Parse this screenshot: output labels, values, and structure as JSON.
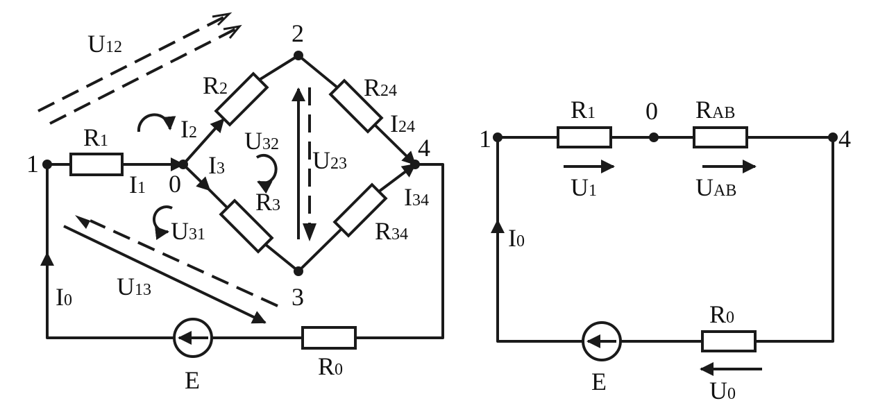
{
  "left_circuit": {
    "nodes": {
      "n1": "1",
      "n0": "0",
      "n2": "2",
      "n3": "3",
      "n4": "4"
    },
    "resistors": {
      "R1": {
        "main": "R",
        "sub": "1"
      },
      "R2": {
        "main": "R",
        "sub": "2"
      },
      "R3": {
        "main": "R",
        "sub": "3"
      },
      "R24": {
        "main": "R",
        "sub": "24"
      },
      "R34": {
        "main": "R",
        "sub": "34"
      },
      "R0": {
        "main": "R",
        "sub": "0"
      }
    },
    "currents": {
      "I1": {
        "main": "I",
        "sub": "1"
      },
      "I2": {
        "main": "I",
        "sub": "2"
      },
      "I3": {
        "main": "I",
        "sub": "3"
      },
      "I24": {
        "main": "I",
        "sub": "24"
      },
      "I34": {
        "main": "I",
        "sub": "34"
      },
      "I0": {
        "main": "I",
        "sub": "0"
      }
    },
    "voltages": {
      "U12": {
        "main": "U",
        "sub": "12"
      },
      "U13": {
        "main": "U",
        "sub": "13"
      },
      "U32": {
        "main": "U",
        "sub": "32"
      },
      "U23": {
        "main": "U",
        "sub": "23"
      },
      "U31": {
        "main": "U",
        "sub": "31"
      }
    },
    "source": "E"
  },
  "right_circuit": {
    "nodes": {
      "n1": "1",
      "n0": "0",
      "n4": "4"
    },
    "resistors": {
      "R1": {
        "main": "R",
        "sub": "1"
      },
      "RAB": {
        "main": "R",
        "sub": "AB"
      },
      "R0": {
        "main": "R",
        "sub": "0"
      }
    },
    "currents": {
      "I0": {
        "main": "I",
        "sub": "0"
      }
    },
    "voltages": {
      "U1": {
        "main": "U",
        "sub": "1"
      },
      "UAB": {
        "main": "U",
        "sub": "AB"
      },
      "U0": {
        "main": "U",
        "sub": "0"
      }
    },
    "source": "E"
  }
}
